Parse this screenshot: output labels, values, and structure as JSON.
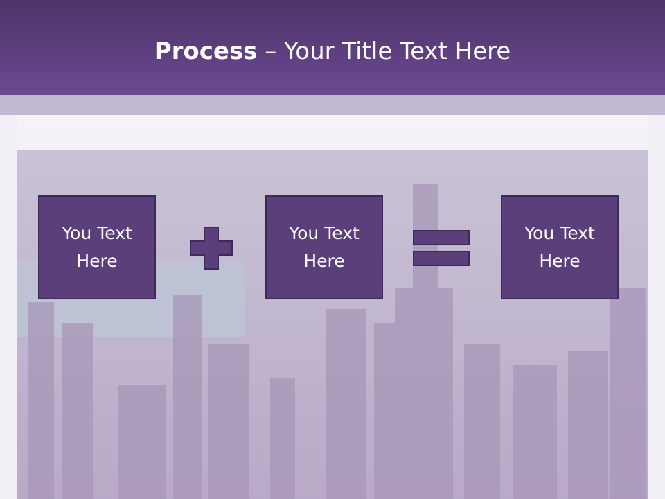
{
  "slide": {
    "title_bold": "Process",
    "title_rest": " – Your Title Text Here"
  },
  "process": [
    {
      "text": "You Text\nHere"
    },
    {
      "operator": "plus-icon"
    },
    {
      "text": "You Text\nHere"
    },
    {
      "operator": "equals-icon"
    },
    {
      "text": "You Text\nHere"
    }
  ],
  "colors": {
    "title_bar": "#5e3f80",
    "box_fill": "#5b3f7b",
    "box_border": "#3f2957",
    "sub_band": "#c0b8d0"
  }
}
